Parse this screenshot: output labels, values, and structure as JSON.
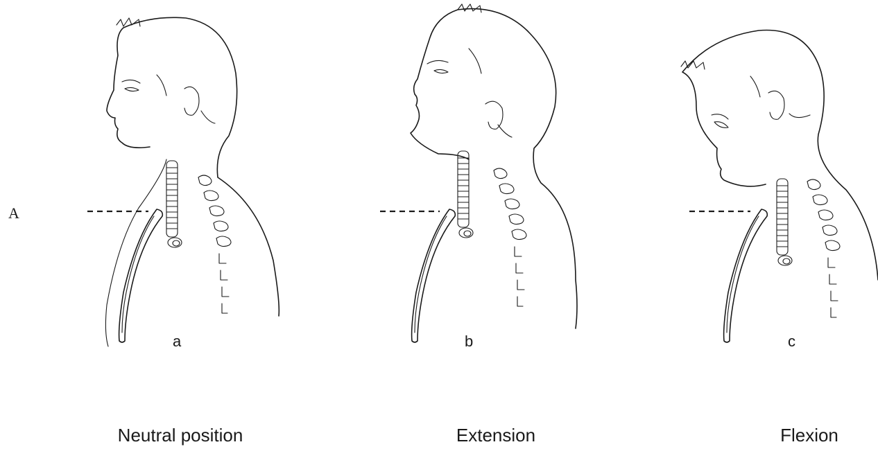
{
  "reference_line_label": "A",
  "panels": [
    {
      "letter": "a",
      "caption": "Neutral position"
    },
    {
      "letter": "b",
      "caption": "Extension"
    },
    {
      "letter": "c",
      "caption": "Flexion"
    }
  ],
  "colors": {
    "ink": "#1a1a1a",
    "background": "#ffffff"
  }
}
